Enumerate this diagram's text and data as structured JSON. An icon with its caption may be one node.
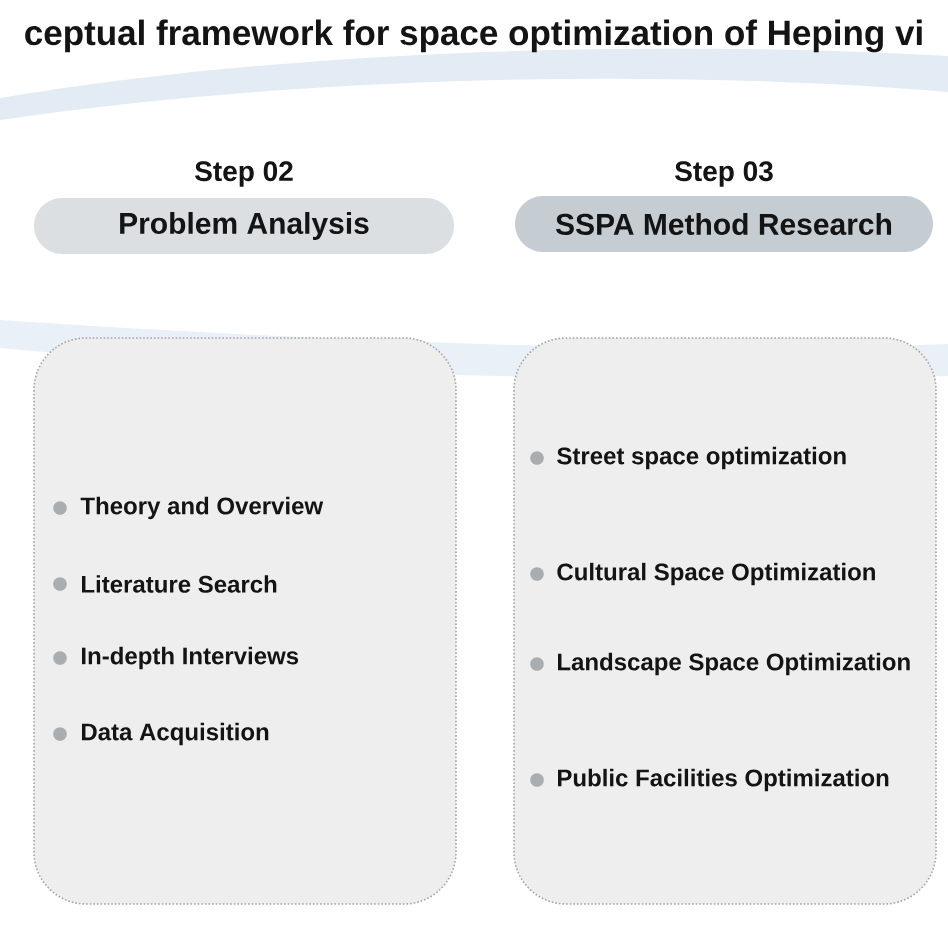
{
  "diagram": {
    "title": "ceptual framework for space optimization of Heping vi",
    "nodes": [
      {
        "text": [
          "Step 02",
          "Problem Analysis"
        ]
      },
      {
        "text": [
          "Step 03",
          "SSPA Method Research"
        ]
      },
      {
        "text": [
          "Theory and Overview",
          "Literature Search",
          "In-depth Interviews",
          "Data Acquisition"
        ]
      },
      {
        "text": [
          "Street space optimization",
          "Cultural Space Optimization",
          "Landscape Space Optimization",
          "Public Facilities Optimization"
        ]
      }
    ]
  }
}
